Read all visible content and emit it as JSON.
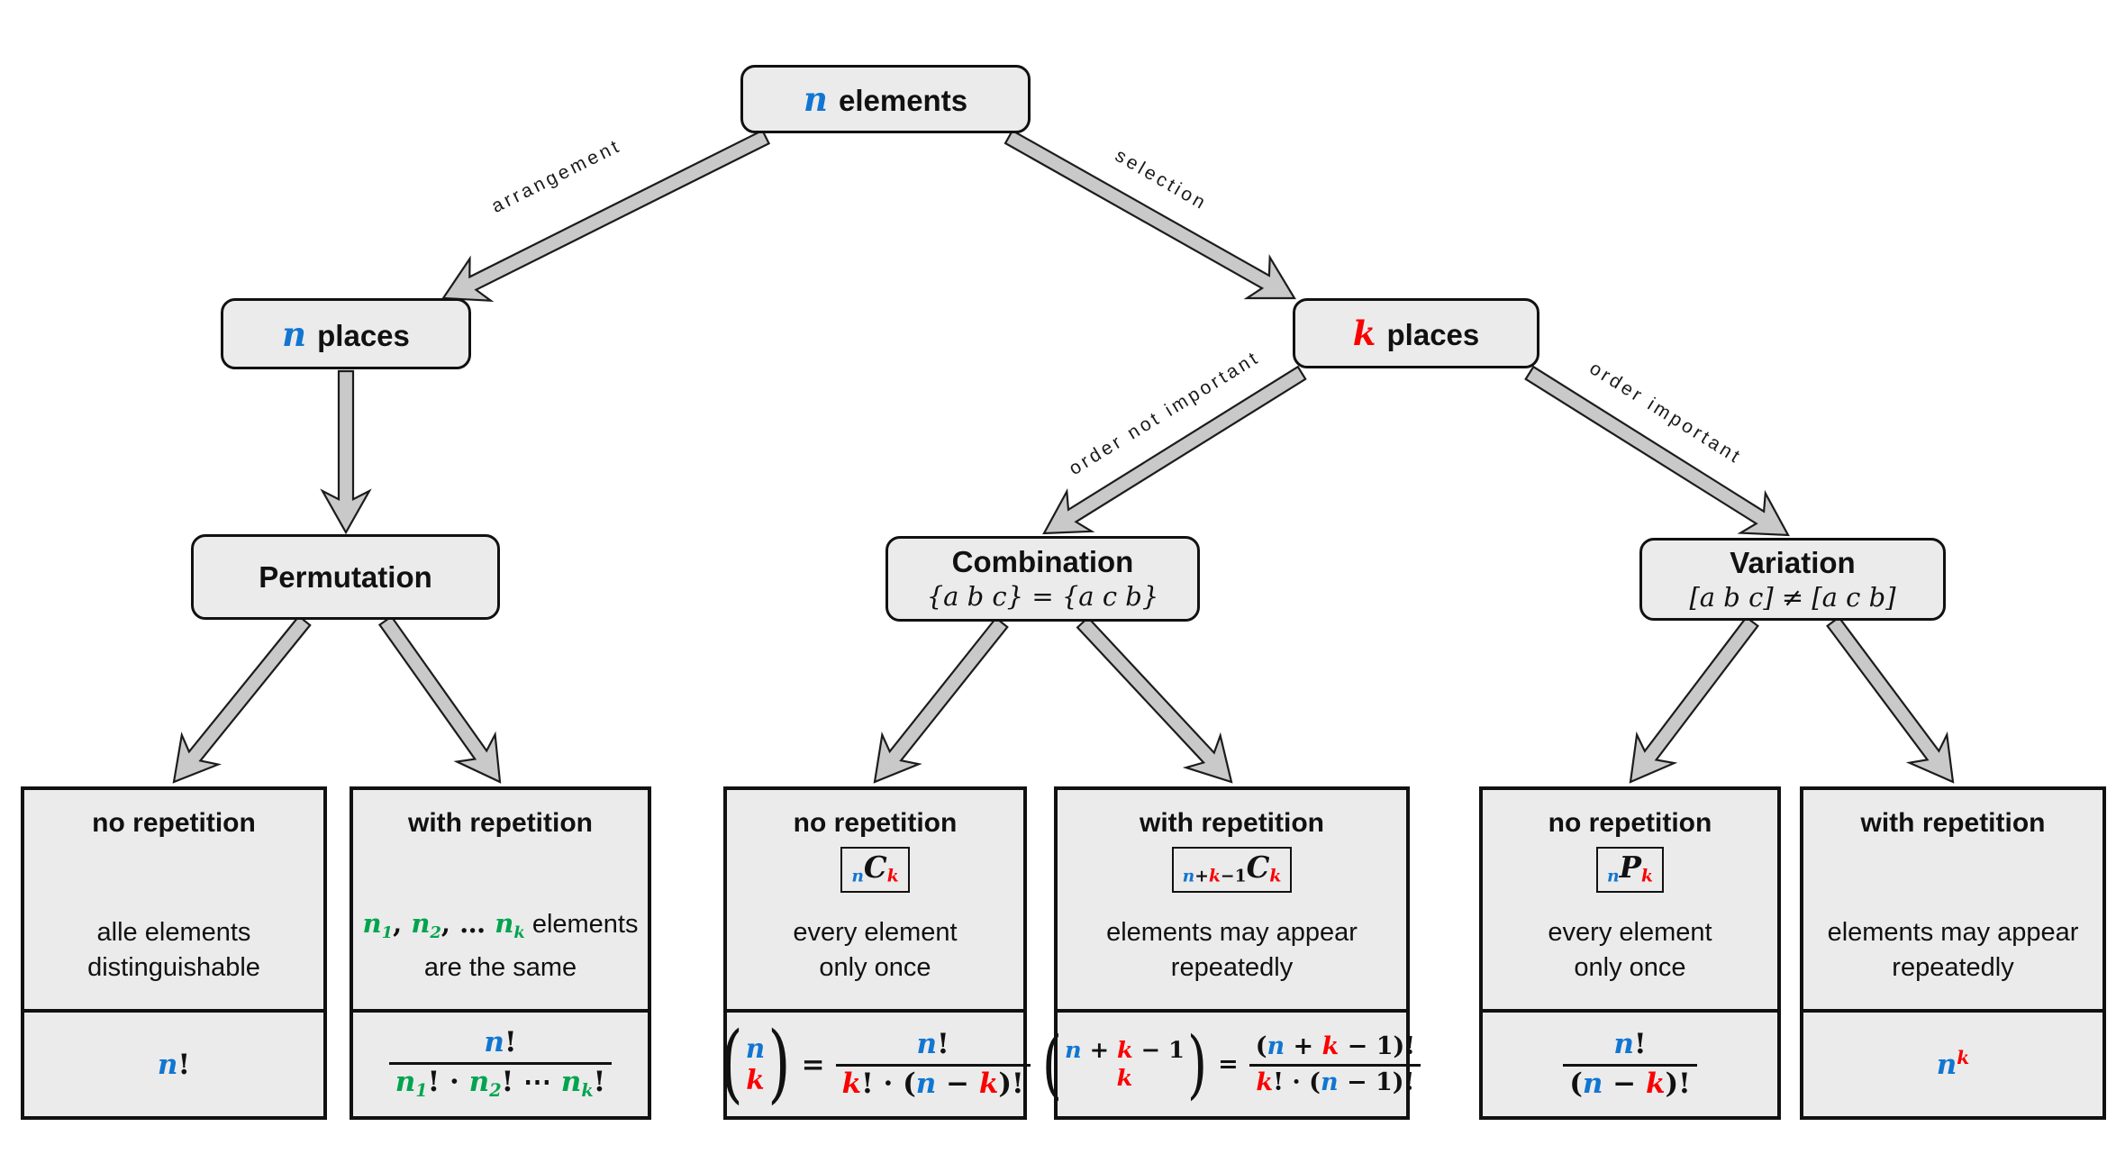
{
  "colors": {
    "blue": "#1176d2",
    "red": "#fb0000",
    "green": "#00a44f",
    "box_fill": "#ebebeb",
    "arrow_fill": "#c9c9c9",
    "border": "#111111"
  },
  "root": {
    "label": [
      [
        "n",
        "u"
      ],
      [
        " elements",
        "s"
      ]
    ]
  },
  "edge_labels": {
    "arrangement": "arrangement",
    "selection": "selection",
    "order_not_important": "order not important",
    "order_important": "order important"
  },
  "nodes": {
    "n_places": {
      "label": [
        [
          "n",
          "u"
        ],
        [
          " places",
          "s"
        ]
      ]
    },
    "k_places": {
      "label": [
        [
          "k",
          "r"
        ],
        [
          " places",
          "s"
        ]
      ]
    },
    "permutation": {
      "title": "Permutation"
    },
    "combination": {
      "title": "Combination",
      "subtitle": [
        [
          "{a b c} = {a c b}",
          "mi"
        ]
      ]
    },
    "variation": {
      "title": "Variation",
      "subtitle": [
        [
          "[a b c] ≠ [a c b]",
          "mi"
        ]
      ]
    }
  },
  "leaves": [
    {
      "title": "no repetition",
      "desc1": "alle elements",
      "desc2": "distinguishable",
      "formula": [
        [
          "n",
          "u"
        ],
        [
          "!",
          "m"
        ]
      ]
    },
    {
      "title": "with repetition",
      "desc1_tokens": [
        [
          "n",
          "g"
        ],
        [
          "1",
          "g sub"
        ],
        [
          ", ",
          "m"
        ],
        [
          "n",
          "g"
        ],
        [
          "2",
          "g sub"
        ],
        [
          ", … ",
          "m"
        ],
        [
          "n",
          "g"
        ],
        [
          "k",
          "g sub"
        ],
        [
          " elements",
          "s"
        ]
      ],
      "desc2": "are the same",
      "formula": {
        "num": [
          [
            "n",
            "u"
          ],
          [
            "!",
            "m"
          ]
        ],
        "den": [
          [
            "n",
            "g"
          ],
          [
            "1",
            "g sub"
          ],
          [
            "! · ",
            "m"
          ],
          [
            "n",
            "g"
          ],
          [
            "2",
            "g sub"
          ],
          [
            "! ⋯ ",
            "m"
          ],
          [
            "n",
            "g"
          ],
          [
            "k",
            "g sub"
          ],
          [
            "!",
            "m"
          ]
        ]
      }
    },
    {
      "title": "no repetition",
      "badge": [
        [
          "n",
          "u sub"
        ],
        [
          "C",
          "ci"
        ],
        [
          "k",
          "r sub"
        ]
      ],
      "desc1": "every element",
      "desc2": "only once",
      "formula": {
        "binom_top": [
          [
            "n",
            "u"
          ]
        ],
        "binom_bottom": [
          [
            "k",
            "r"
          ]
        ],
        "eq": "=",
        "num": [
          [
            "n",
            "u"
          ],
          [
            "!",
            "m"
          ]
        ],
        "den": [
          [
            "k",
            "r"
          ],
          [
            "! · (",
            "m"
          ],
          [
            "n",
            "u"
          ],
          [
            " − ",
            "m"
          ],
          [
            "k",
            "r"
          ],
          [
            ")!",
            "m"
          ]
        ]
      }
    },
    {
      "title": "with repetition",
      "badge": [
        [
          "n",
          "u sub"
        ],
        [
          "+",
          "m sub"
        ],
        [
          "k",
          "r sub"
        ],
        [
          "−1",
          "m sub"
        ],
        [
          "C",
          "ci"
        ],
        [
          "k",
          "r sub"
        ]
      ],
      "desc1": "elements may appear",
      "desc2": "repeatedly",
      "formula": {
        "binom_top": [
          [
            "n",
            "u"
          ],
          [
            " + ",
            "m"
          ],
          [
            "k",
            "r"
          ],
          [
            " − 1",
            "m"
          ]
        ],
        "binom_bottom": [
          [
            "k",
            "r"
          ]
        ],
        "eq": "=",
        "num": [
          [
            "(",
            "m"
          ],
          [
            "n",
            "u"
          ],
          [
            " + ",
            "m"
          ],
          [
            "k",
            "r"
          ],
          [
            " − 1",
            "m"
          ],
          [
            ")!",
            "m"
          ]
        ],
        "den": [
          [
            "k",
            "r"
          ],
          [
            "! · (",
            "m"
          ],
          [
            "n",
            "u"
          ],
          [
            " − 1)!",
            "m"
          ]
        ]
      }
    },
    {
      "title": "no repetition",
      "badge": [
        [
          "n",
          "u sub"
        ],
        [
          "P",
          "ci"
        ],
        [
          "k",
          "r sub"
        ]
      ],
      "desc1": "every element",
      "desc2": "only once",
      "formula": {
        "num": [
          [
            "n",
            "u"
          ],
          [
            "!",
            "m"
          ]
        ],
        "den": [
          [
            "(",
            "m"
          ],
          [
            "n",
            "u"
          ],
          [
            " − ",
            "m"
          ],
          [
            "k",
            "r"
          ],
          [
            ")!",
            "m"
          ]
        ]
      }
    },
    {
      "title": "with repetition",
      "desc1": "elements may appear",
      "desc2": "repeatedly",
      "formula": [
        [
          "n",
          "u"
        ],
        [
          "k",
          "r sup"
        ]
      ]
    }
  ]
}
